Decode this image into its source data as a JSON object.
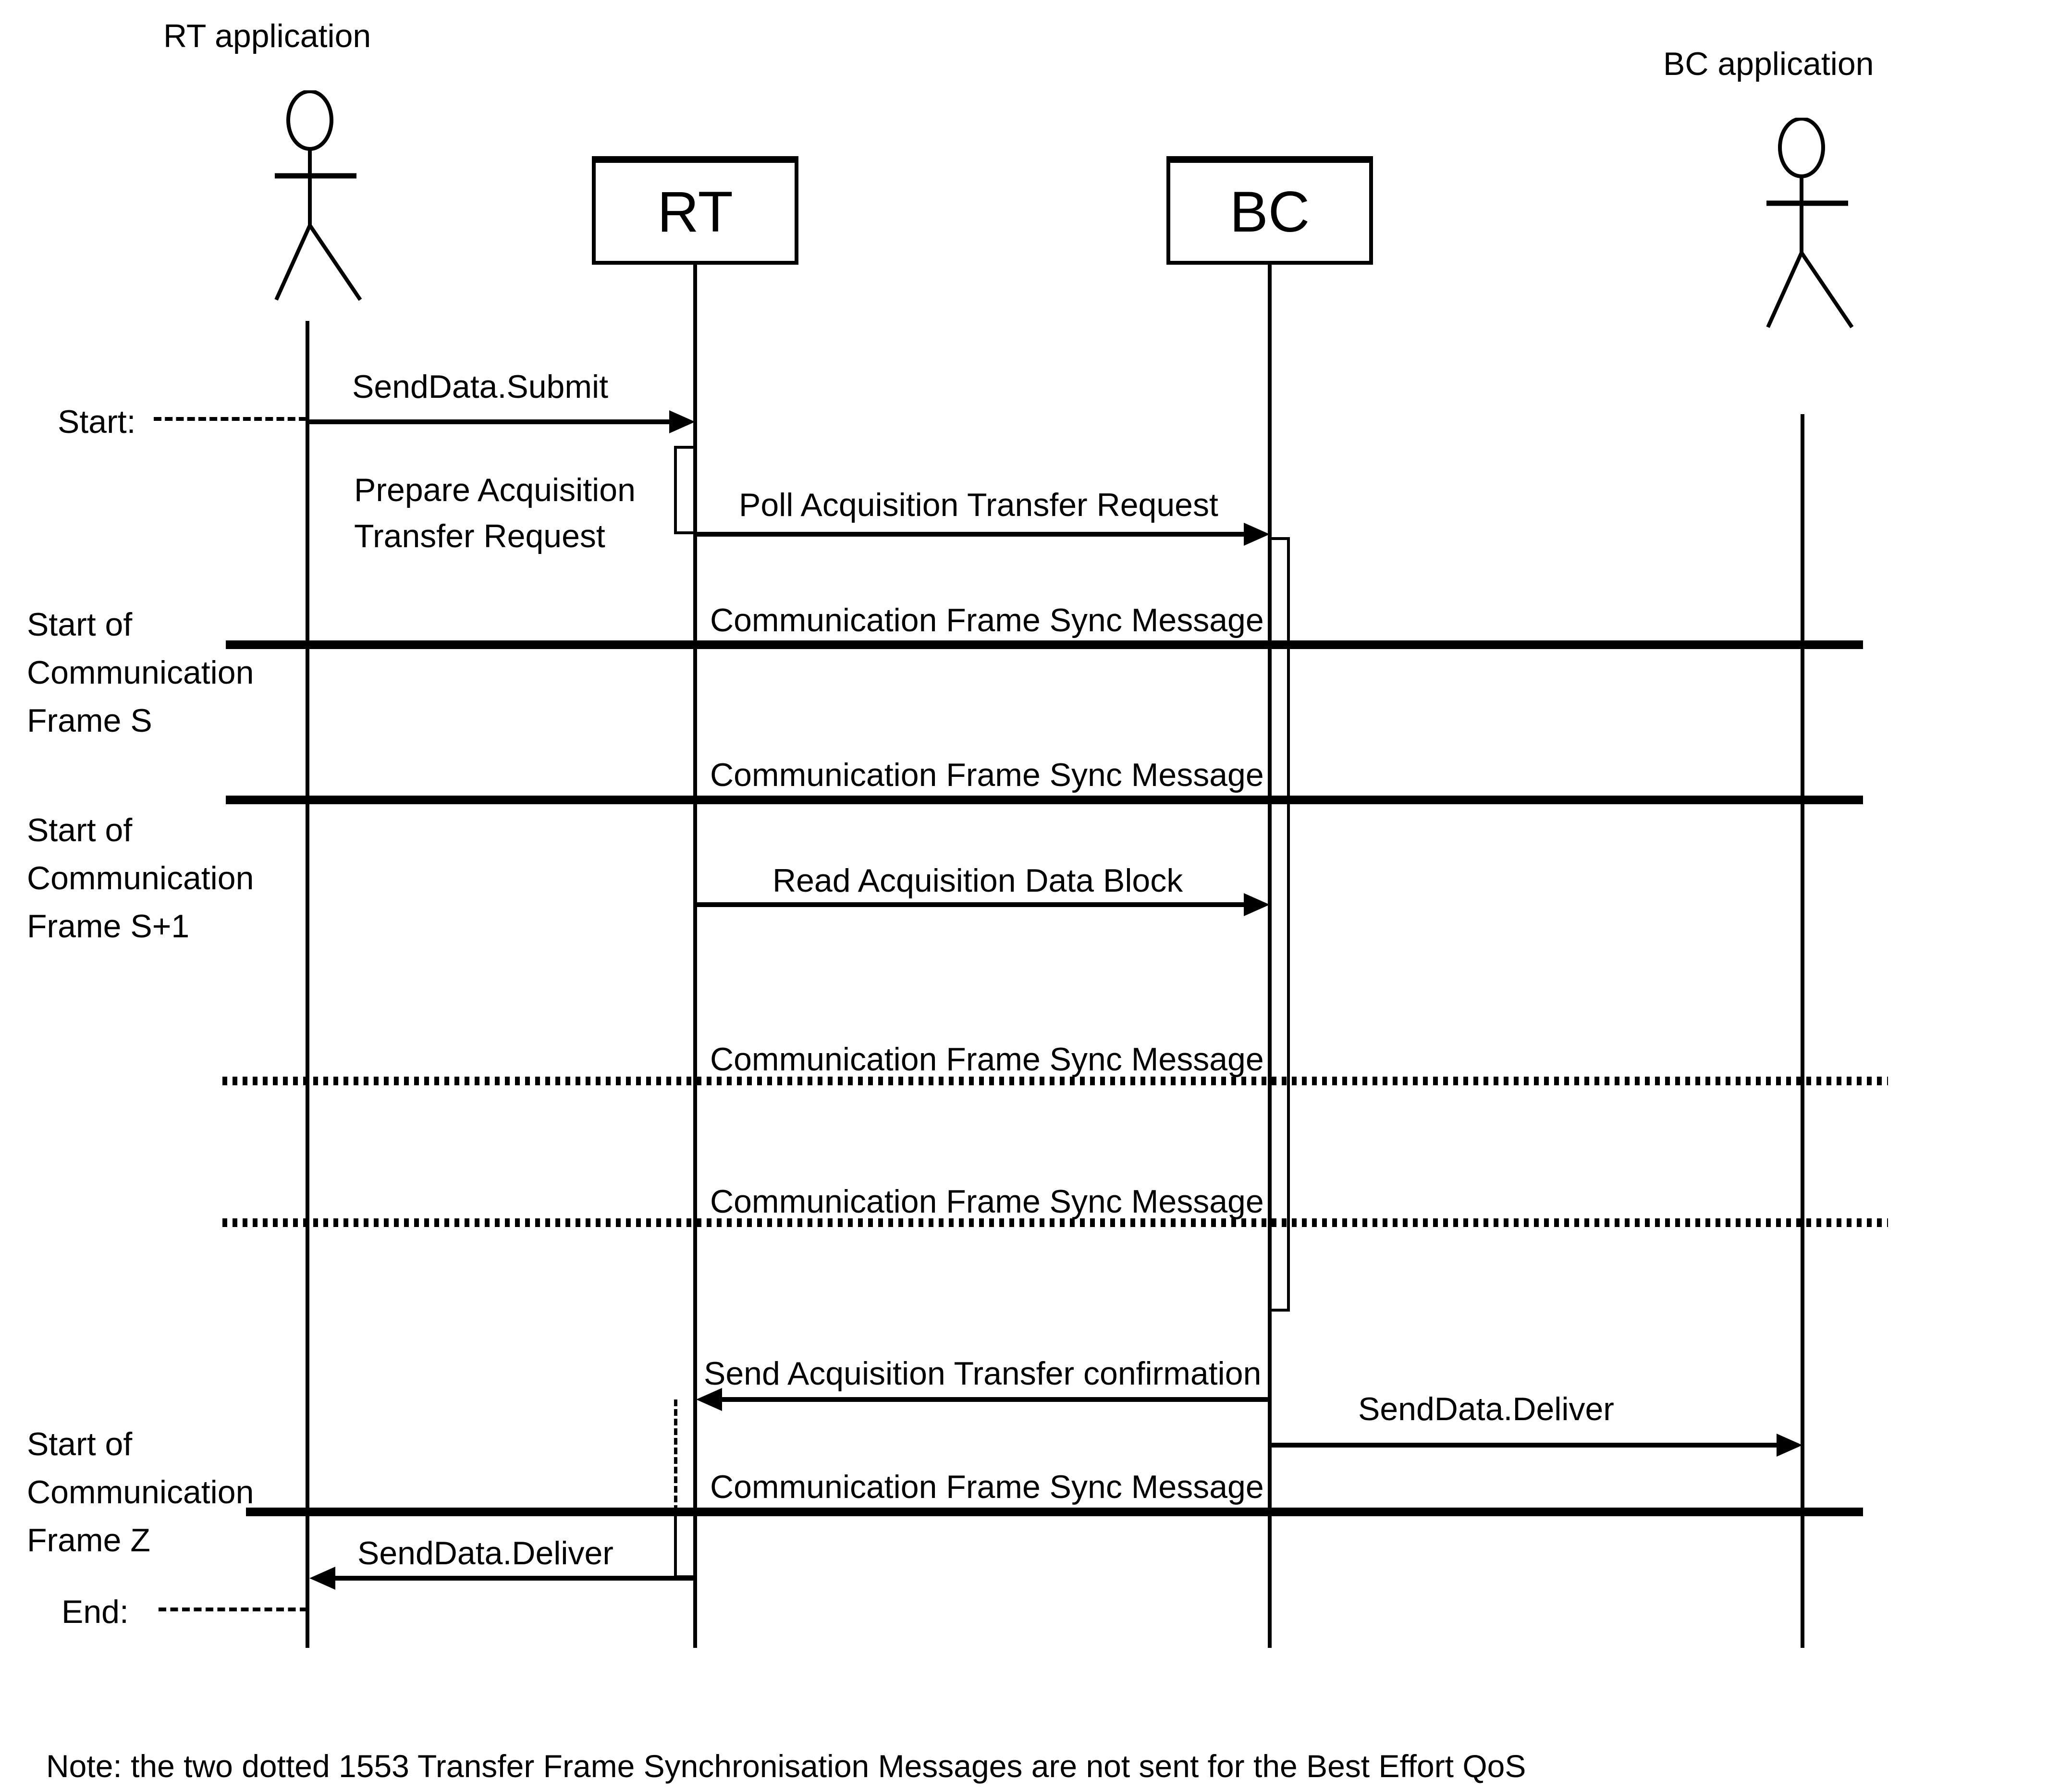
{
  "header": {
    "left_actor": "RT application",
    "right_actor": "BC application",
    "rt_box": "RT",
    "bc_box": "BC"
  },
  "markers": {
    "start": "Start:",
    "end": "End:"
  },
  "messages": {
    "submit": "SendData.Submit",
    "prepare_line1": "Prepare Acquisition",
    "prepare_line2": "Transfer Request",
    "poll": "Poll Acquisition Transfer Request",
    "sync": "Communication Frame Sync Message",
    "read": "Read Acquisition Data Block",
    "confirm": "Send Acquisition Transfer confirmation",
    "deliver": "SendData.Deliver"
  },
  "frames": {
    "s": {
      "line1": "Start of",
      "line2": "Communication",
      "line3": "Frame S"
    },
    "s1": {
      "line1": "Start of",
      "line2": "Communication",
      "line3": "Frame S+1"
    },
    "z": {
      "line1": "Start of",
      "line2": "Communication",
      "line3": "Frame Z"
    }
  },
  "note": "Note: the two dotted 1553 Transfer Frame Synchronisation Messages are not sent for the Best Effort QoS",
  "colors": {
    "ink": "#000000",
    "background": "#ffffff"
  }
}
